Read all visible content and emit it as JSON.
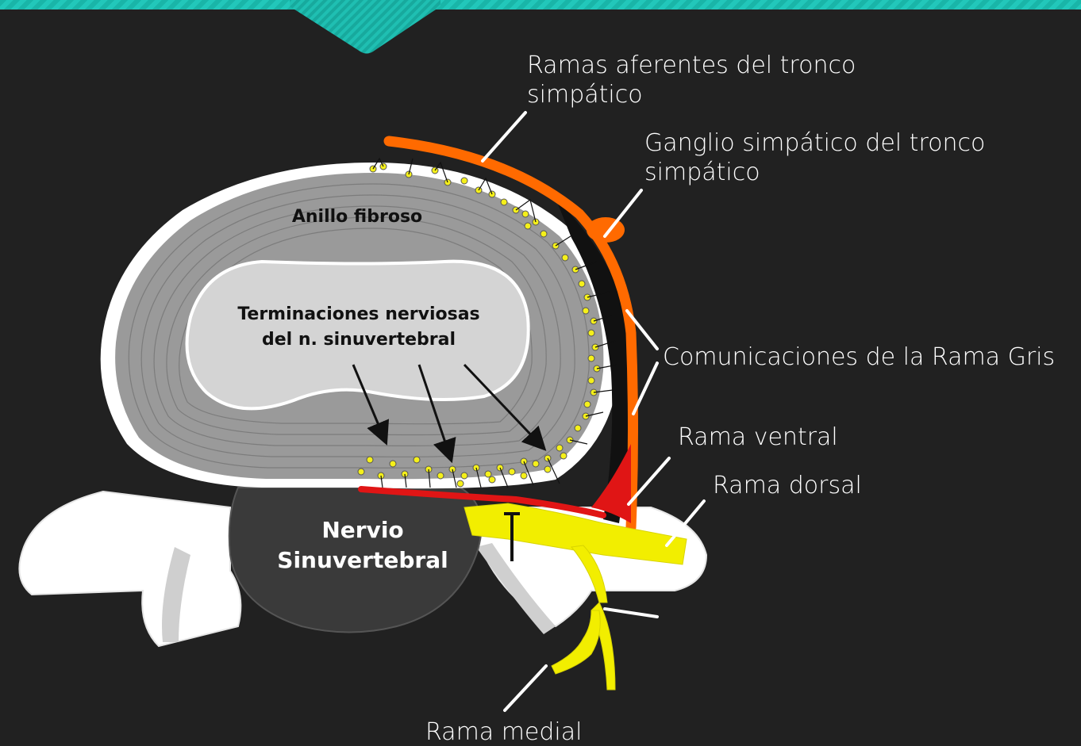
{
  "labels": {
    "ramas_aferentes": [
      "Ramas aferentes del tronco",
      "simpático"
    ],
    "ganglio": [
      "Ganglio simpático del tronco",
      "simpático"
    ],
    "comunicaciones": "Comunicaciones de la Rama Gris",
    "rama_ventral": "Rama ventral",
    "rama_dorsal": "Rama dorsal",
    "rama_medial": "Rama medial",
    "anillo": "Anillo fibroso",
    "terminaciones": [
      "Terminaciones nerviosas",
      "del n. sinuvertebral"
    ],
    "nervio": [
      "Nervio",
      "Sinuvertebral"
    ]
  },
  "colors": {
    "background": "#212121",
    "accent_band": "#19b5a8",
    "sympathetic_trunk": "#ff6a00",
    "sinuvertebral_nerve": "#e01515",
    "spinal_nerve": "#f2ee00",
    "nerve_ending": "#f5f01a",
    "annulus": "#9a9a9a",
    "nucleus": "#d4d4d4"
  }
}
